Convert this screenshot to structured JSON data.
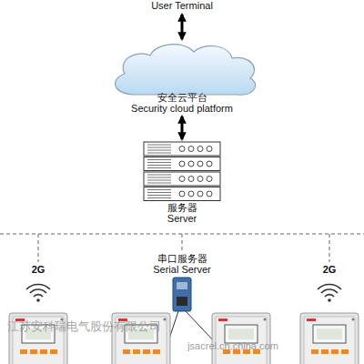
{
  "diagram": {
    "nodes": [
      {
        "text": [
          "User Terminal"
        ]
      },
      {
        "text": [
          "安全云平台",
          "Security cloud platform"
        ]
      },
      {
        "text": [
          "服务器",
          "Server"
        ]
      },
      {
        "text": [
          "串口服务器",
          "Serial Server"
        ]
      }
    ],
    "edges": [
      {
        "from": 0,
        "to": 1,
        "arrow": "both"
      },
      {
        "from": 1,
        "to": 2,
        "arrow": "both"
      }
    ],
    "labels": [
      "2G",
      "2G",
      "江苏安科瑞电气股份有限公司",
      "jsacrel.cn.china.com"
    ]
  }
}
